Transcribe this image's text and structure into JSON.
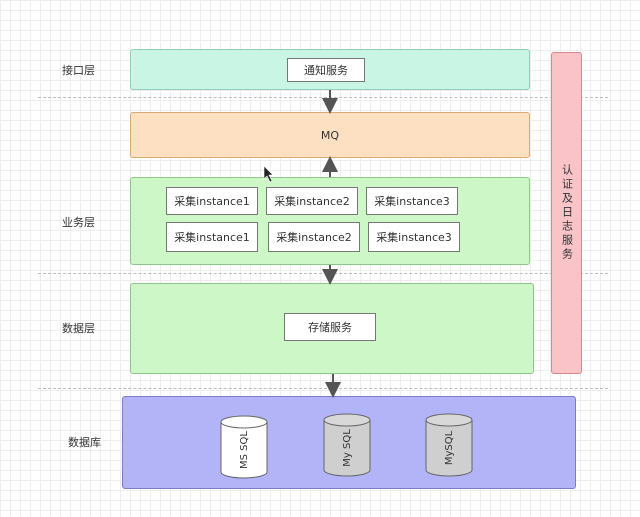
{
  "layers": {
    "interface": "接口层",
    "business": "业务层",
    "data": "数据层",
    "database": "数据库"
  },
  "interface_block": {
    "service": "通知服务"
  },
  "mq_block": {
    "label": "MQ"
  },
  "business_block": {
    "row1": [
      "采集instance1",
      "采集instance2",
      "采集instance3"
    ],
    "row2": [
      "采集instance1",
      "采集instance2",
      "采集instance3"
    ]
  },
  "data_block": {
    "service": "存储服务"
  },
  "databases": [
    "MS SQL",
    "My SQL",
    "MySQL"
  ],
  "side_panel": {
    "label": "认证及日志服务"
  },
  "colors": {
    "interface_fill": "#c9f6e4",
    "mq_fill": "#fde0c2",
    "business_fill": "#cdf7c7",
    "data_fill": "#cdf7c7",
    "database_fill": "#b3b3f7",
    "side_fill": "#f9c3c7"
  }
}
